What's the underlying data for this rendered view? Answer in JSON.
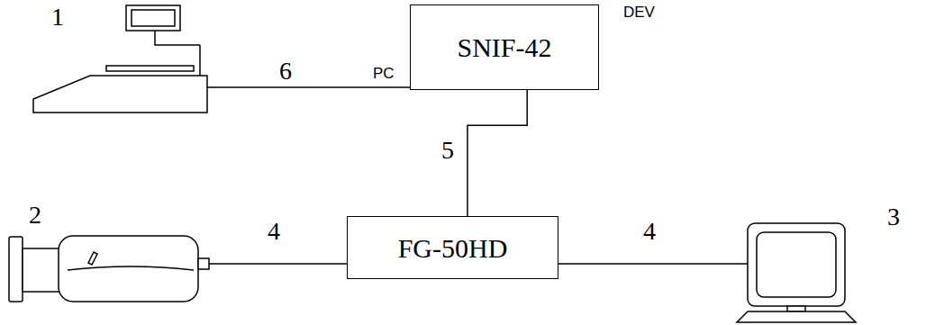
{
  "diagram": {
    "nodes": [
      {
        "text": [
          "SNIF-42"
        ]
      },
      {
        "text": [
          "FG-50HD"
        ]
      }
    ],
    "edges": [
      {
        "from": 0,
        "to": 1,
        "arrow": "none",
        "label": "5"
      }
    ],
    "labels": [
      "1",
      "2",
      "3",
      "4",
      "4",
      "6",
      "PC",
      "DEV"
    ]
  }
}
